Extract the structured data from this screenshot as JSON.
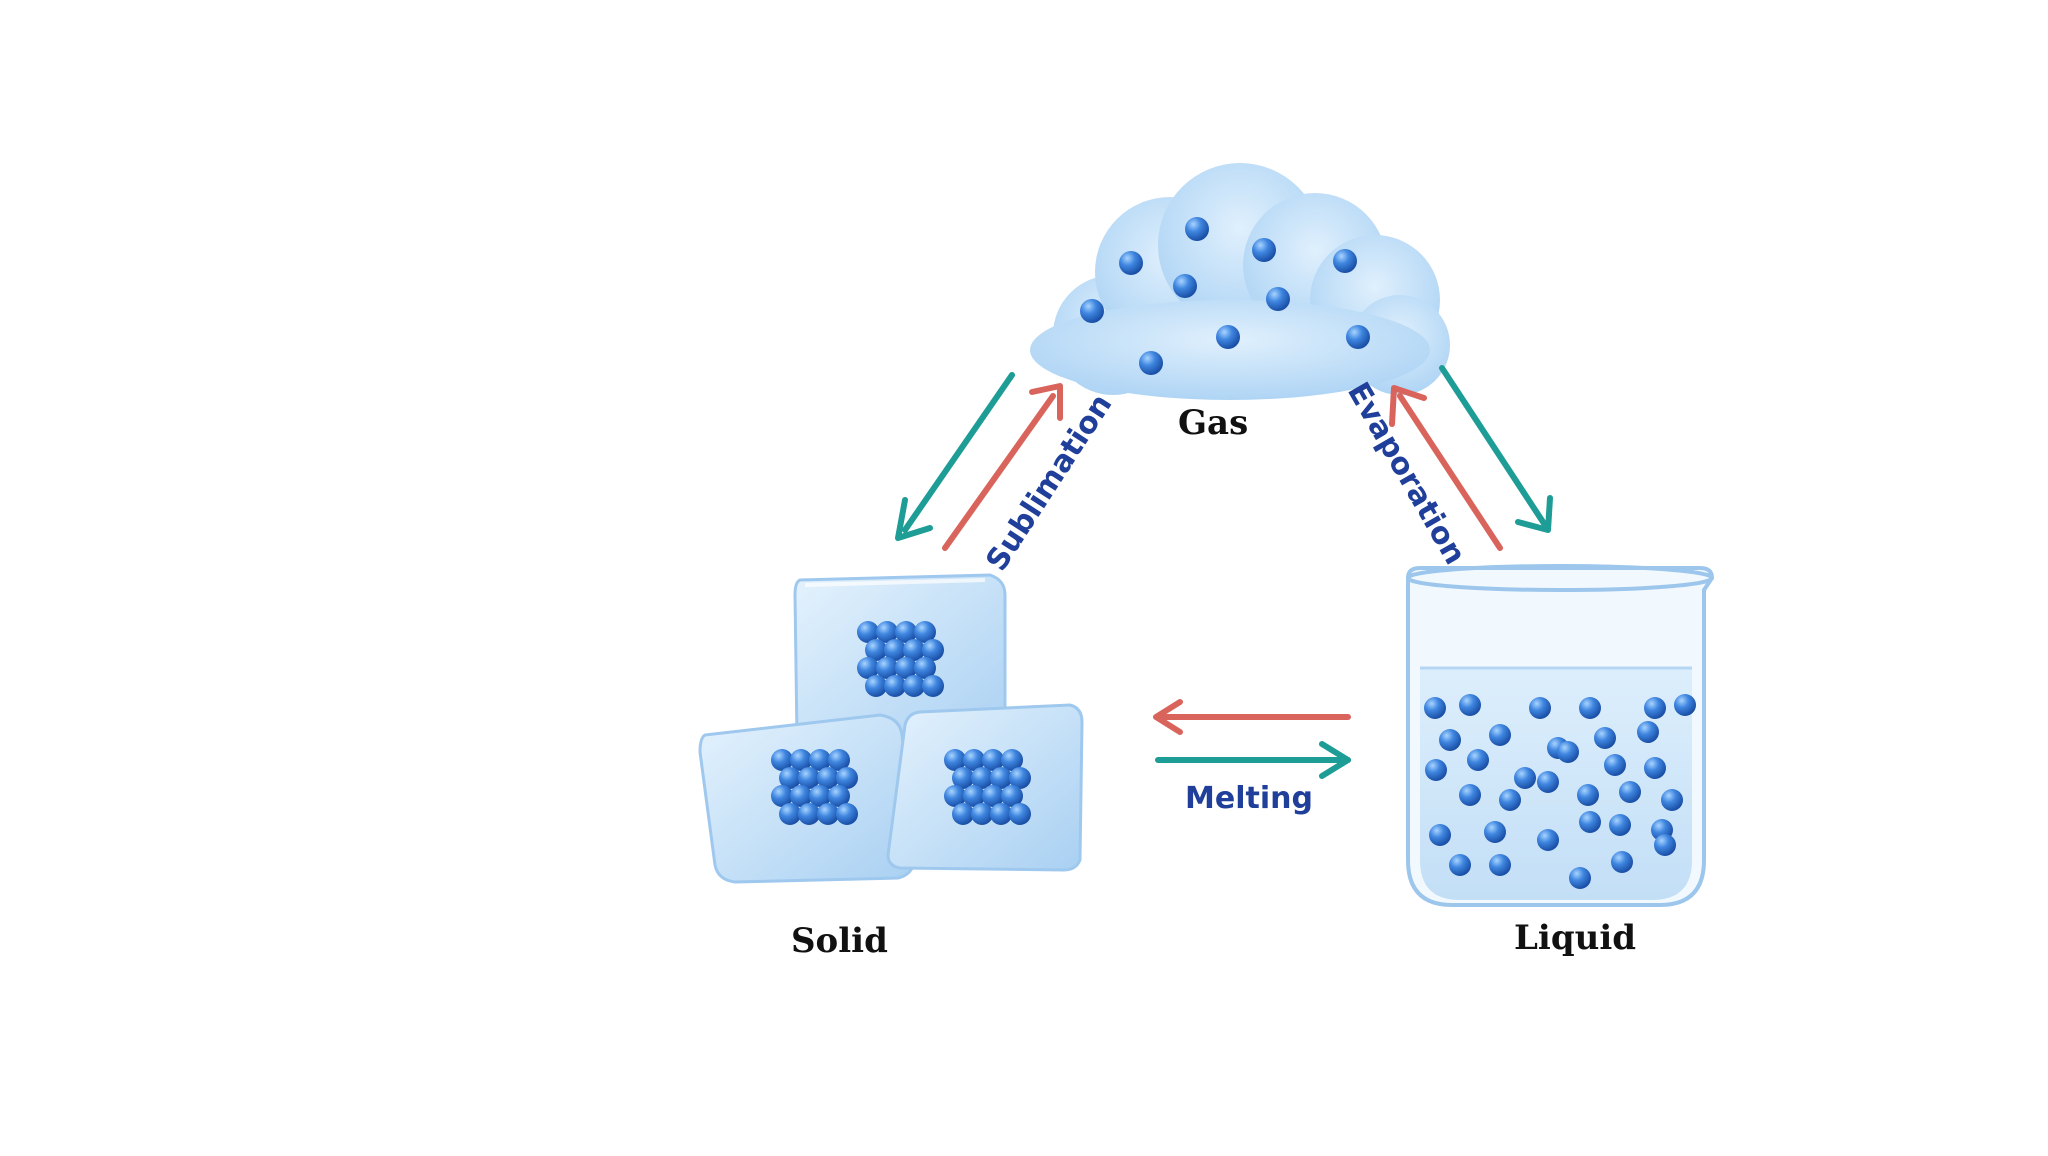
{
  "states": {
    "gas": "Gas",
    "solid": "Solid",
    "liquid": "Liquid"
  },
  "processes": {
    "sublimation": "Sublimation",
    "evaporation": "Evaporation",
    "melting": "Melting"
  },
  "colors": {
    "forward_arrow": "#d9645c",
    "reverse_arrow": "#1e9c96",
    "process_text": "#1f3f9a",
    "particle": "#3f86e0",
    "ice": "#bcdcf6",
    "water": "#cde5f8",
    "cloud": "#c4e0f8"
  }
}
